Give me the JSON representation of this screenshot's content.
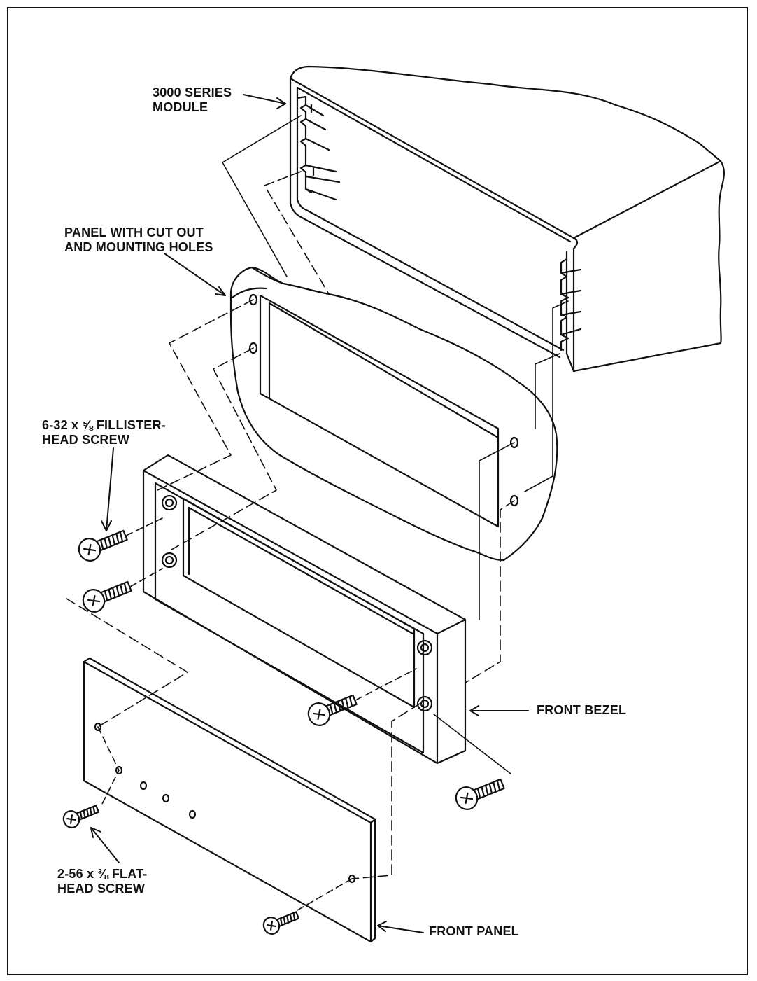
{
  "labels": {
    "module": "3000 SERIES\nMODULE",
    "panel": "PANEL WITH CUT OUT\nAND MOUNTING HOLES",
    "fillister": "6-32 x ⅝ FILLISTER-\nHEAD SCREW",
    "bezel": "FRONT BEZEL",
    "flat": "2-56 x ⅜ FLAT-\nHEAD SCREW",
    "front_panel": "FRONT PANEL"
  },
  "colors": {
    "ink": "#111111",
    "paper": "#ffffff",
    "shade": "#bdbdbd"
  }
}
